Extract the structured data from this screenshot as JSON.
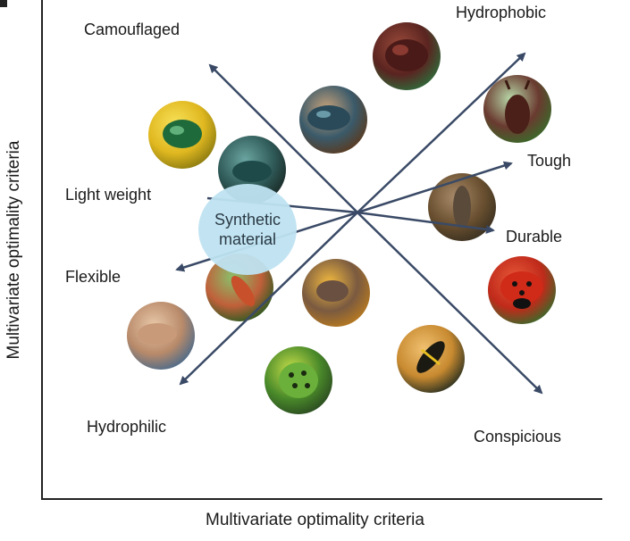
{
  "axes": {
    "x_label": "Multivariate optimality criteria",
    "y_label": "Multivariate optimality criteria"
  },
  "properties": {
    "camouflaged": "Camouflaged",
    "hydrophobic": "Hydrophobic",
    "light_weight": "Light weight",
    "tough": "Tough",
    "durable": "Durable",
    "flexible": "Flexible",
    "hydrophilic": "Hydrophilic",
    "conspicious": "Conspicious"
  },
  "center": {
    "line1": "Synthetic",
    "line2": "material"
  },
  "colors": {
    "arrow": "#3a4a66",
    "bubble": "#bfe3f2"
  },
  "insects": [
    "metallic-green-beetle",
    "reddish-brown-beetle",
    "teal-longhorn-beetle",
    "blue-green-weevil",
    "stag-beetle",
    "striped-beetle-on-bark",
    "orange-soldier-beetle",
    "orange-weevil",
    "red-ladybird",
    "pale-cockchafer",
    "spotted-green-beetle",
    "yellow-black-longhorn"
  ]
}
